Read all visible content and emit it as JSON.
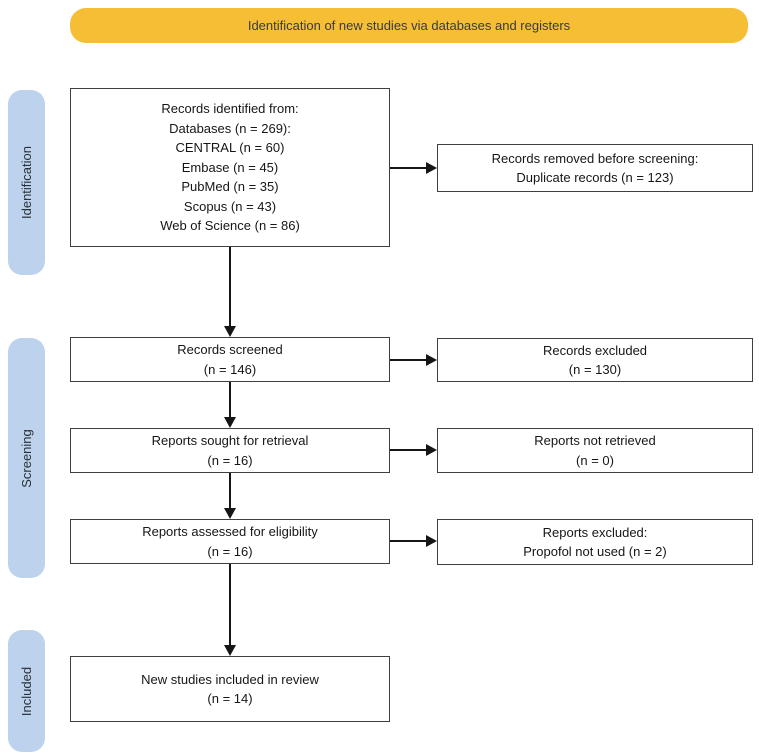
{
  "banner": {
    "label": "Identification of new studies via databases and registers"
  },
  "stages": [
    {
      "label": "Identification"
    },
    {
      "label": "Screening"
    },
    {
      "label": "Included"
    }
  ],
  "boxes": {
    "records_identified": {
      "lines": [
        "Records identified from:",
        "Databases (n = 269):",
        "CENTRAL (n = 60)",
        "Embase (n = 45)",
        "PubMed (n = 35)",
        "Scopus (n = 43)",
        "Web of Science (n = 86)"
      ]
    },
    "records_removed": {
      "lines": [
        "Records removed before screening:",
        "Duplicate records (n = 123)"
      ]
    },
    "records_screened": {
      "lines": [
        "Records screened",
        "(n = 146)"
      ]
    },
    "records_excluded": {
      "lines": [
        "Records excluded",
        "(n = 130)"
      ]
    },
    "reports_sought": {
      "lines": [
        "Reports sought for retrieval",
        "(n = 16)"
      ]
    },
    "reports_not_retrieved": {
      "lines": [
        "Reports not retrieved",
        "(n = 0)"
      ]
    },
    "reports_assessed": {
      "lines": [
        "Reports assessed for eligibility",
        "(n = 16)"
      ]
    },
    "reports_excluded": {
      "lines": [
        "Reports excluded:",
        "Propofol not used (n = 2)"
      ]
    },
    "new_studies_included": {
      "lines": [
        "New studies included in review",
        "(n = 14)"
      ]
    }
  },
  "colors": {
    "banner_bg": "#F6BE35",
    "stage_bg": "#BDD2EC",
    "box_border": "#3F3F3F",
    "arrow": "#161616",
    "text": "#161616",
    "background": "#FFFFFF"
  }
}
